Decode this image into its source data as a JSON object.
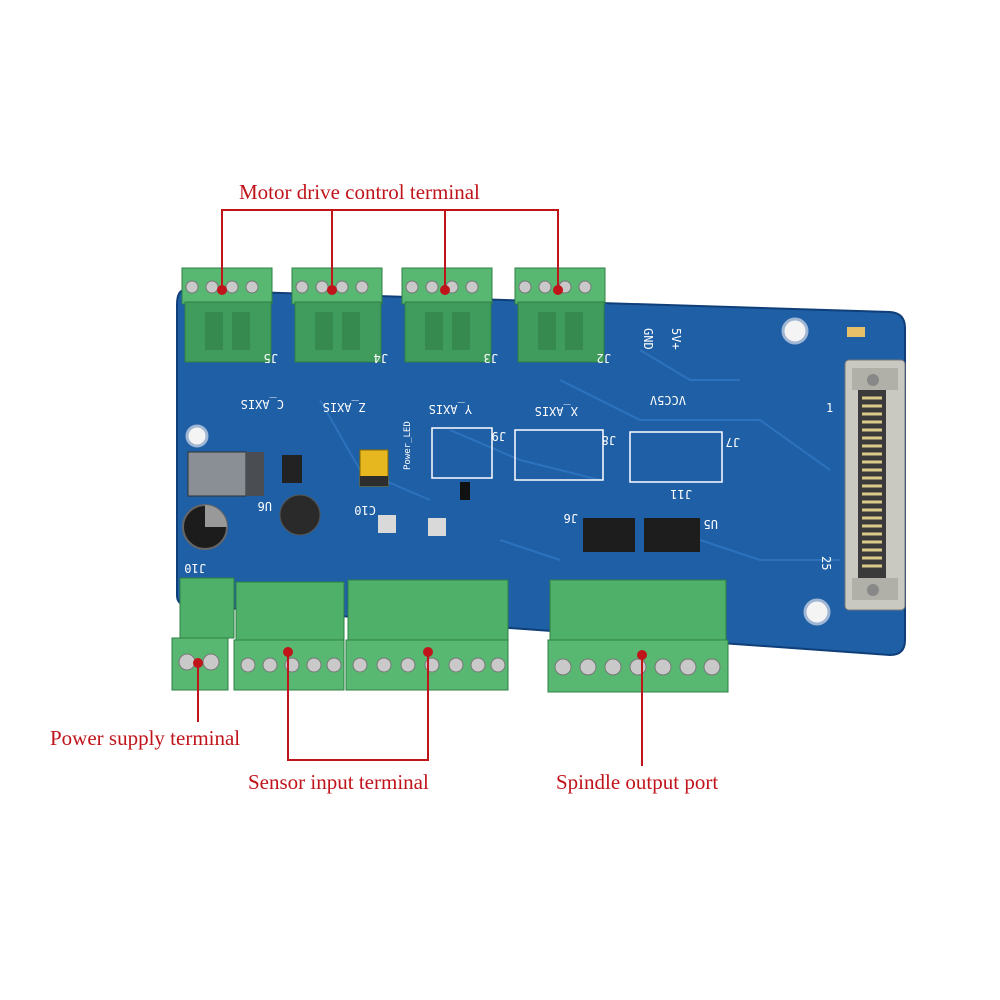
{
  "colors": {
    "callout_text": "#c0141b",
    "pcb": "#1f5fa6",
    "terminal": "#4fb06a",
    "silkscreen": "#ffffff"
  },
  "callouts": {
    "motor": "Motor  drive control terminal",
    "power": "Power supply terminal",
    "sensor": "Sensor input terminal",
    "spindle": "Spindle output port"
  },
  "silkscreen": {
    "j5": "J5",
    "j4": "J4",
    "j3": "J3",
    "j2": "J2",
    "c_axis": "C_AXIS",
    "z_axis": "Z_AXIS",
    "y_axis": "Y_AXIS",
    "x_axis": "X_AXIS",
    "gnd": "GND",
    "v5": "5V+",
    "vcc5v": "VCC5V",
    "j9": "J9",
    "j8": "J8",
    "j7": "J7",
    "j6": "J6",
    "j10": "J10",
    "j11": "J11",
    "u5": "U5",
    "u6": "U6",
    "c10": "C10",
    "power_led": "Power_LED",
    "pin1": "1",
    "pin25": "25"
  }
}
